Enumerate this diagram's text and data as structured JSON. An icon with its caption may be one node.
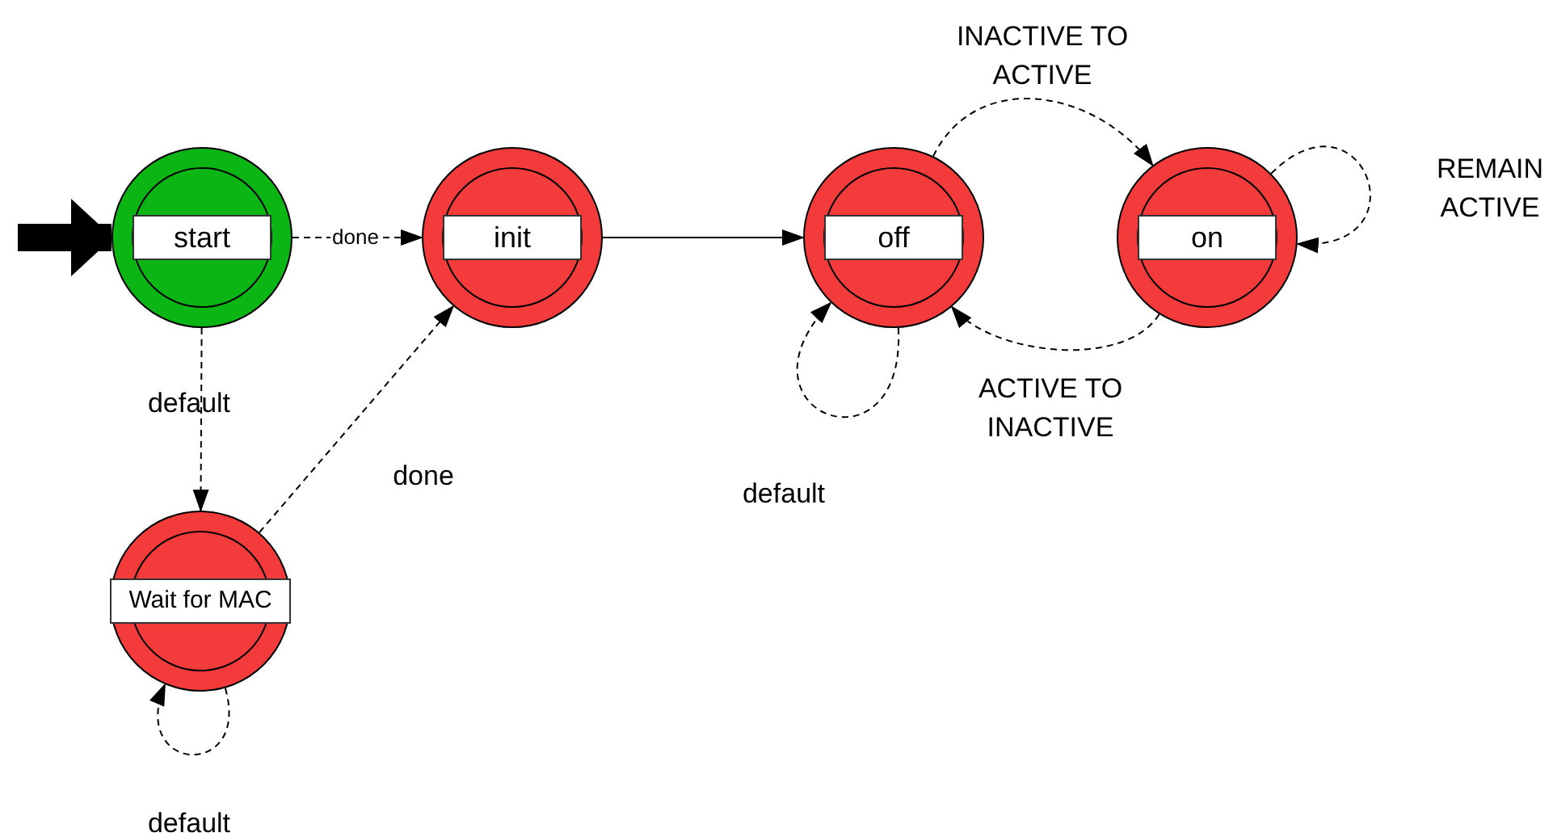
{
  "diagram": {
    "nodes": [
      {
        "text": [
          "start"
        ]
      },
      {
        "text": [
          "init"
        ]
      },
      {
        "text": [
          "off"
        ]
      },
      {
        "text": [
          "on"
        ]
      },
      {
        "text": [
          "Wait for MAC"
        ]
      }
    ],
    "edges": [
      {
        "from": null,
        "to": 0,
        "arrow": "to",
        "style": "thick"
      },
      {
        "from": 0,
        "to": 1,
        "arrow": "to",
        "label": "done",
        "style": "dashed"
      },
      {
        "from": 0,
        "to": 4,
        "arrow": "to",
        "label": "default",
        "style": "dashed"
      },
      {
        "from": 4,
        "to": 1,
        "arrow": "to",
        "label": "done",
        "style": "dashed"
      },
      {
        "from": 4,
        "to": 4,
        "arrow": "to",
        "label": "default",
        "style": "dashed"
      },
      {
        "from": 1,
        "to": 2,
        "arrow": "to"
      },
      {
        "from": 2,
        "to": 2,
        "arrow": "to",
        "label": "default",
        "style": "dashed"
      },
      {
        "from": 2,
        "to": 3,
        "arrow": "to",
        "label": "INACTIVE TO ACTIVE",
        "style": "dashed"
      },
      {
        "from": 3,
        "to": 2,
        "arrow": "to",
        "label": "ACTIVE TO INACTIVE",
        "style": "dashed"
      },
      {
        "from": 3,
        "to": 3,
        "arrow": "to",
        "label": "REMAIN ACTIVE",
        "style": "dashed"
      }
    ]
  }
}
